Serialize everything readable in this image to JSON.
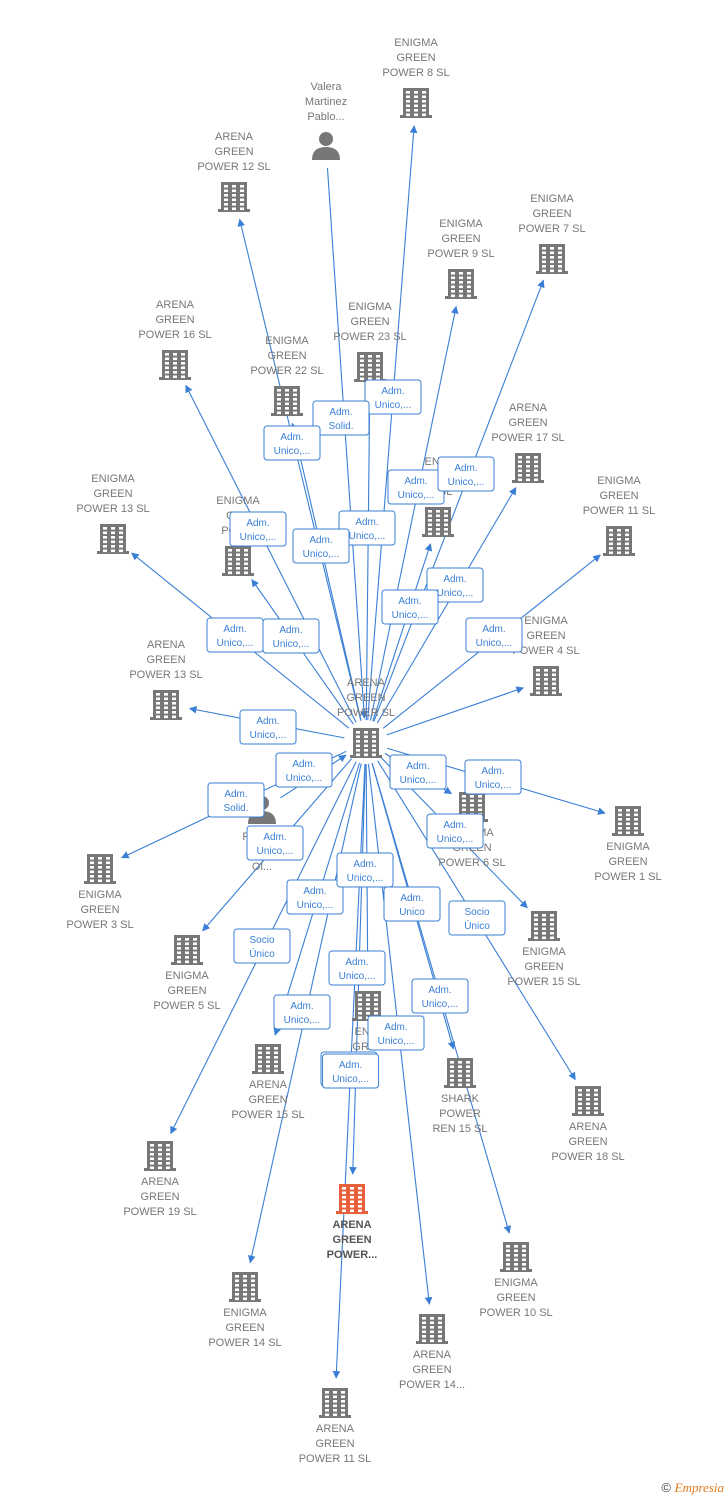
{
  "colors": {
    "edge": "#3a7fd5",
    "company": "#777777",
    "highlight": "#e8603a",
    "person": "#777777"
  },
  "nodes": [
    {
      "id": "center",
      "type": "company",
      "lines": [
        "ARENA",
        "GREEN",
        "POWER  SL"
      ],
      "label_pos": "above"
    },
    {
      "id": "valera",
      "type": "person",
      "lines": [
        "Valera",
        "Martinez",
        "Pablo..."
      ],
      "label_pos": "above"
    },
    {
      "id": "eg8",
      "type": "company",
      "lines": [
        "ENIGMA",
        "GREEN",
        "POWER 8  SL"
      ],
      "label_pos": "above"
    },
    {
      "id": "ag12",
      "type": "company",
      "lines": [
        "ARENA",
        "GREEN",
        "POWER 12  SL"
      ],
      "label_pos": "above"
    },
    {
      "id": "eg7",
      "type": "company",
      "lines": [
        "ENIGMA",
        "GREEN",
        "POWER 7  SL"
      ],
      "label_pos": "above"
    },
    {
      "id": "eg9",
      "type": "company",
      "lines": [
        "ENIGMA",
        "GREEN",
        "POWER 9  SL"
      ],
      "label_pos": "above"
    },
    {
      "id": "ag16",
      "type": "company",
      "lines": [
        "ARENA",
        "GREEN",
        "POWER 16  SL"
      ],
      "label_pos": "above"
    },
    {
      "id": "eg23",
      "type": "company",
      "lines": [
        "ENIGMA",
        "GREEN",
        "POWER 23  SL"
      ],
      "label_pos": "above"
    },
    {
      "id": "eg22",
      "type": "company",
      "lines": [
        "ENIGMA",
        "GREEN",
        "POWER 22  SL"
      ],
      "label_pos": "above"
    },
    {
      "id": "ag17",
      "type": "company",
      "lines": [
        "ARENA",
        "GREEN",
        "POWER 17  SL"
      ],
      "label_pos": "above"
    },
    {
      "id": "eg21",
      "type": "company",
      "lines": [
        "ENIG",
        "",
        "21  SL"
      ],
      "label_pos": "above"
    },
    {
      "id": "eg13",
      "type": "company",
      "lines": [
        "ENIGMA",
        "GREEN",
        "POWER 13  SL"
      ],
      "label_pos": "above"
    },
    {
      "id": "eg11",
      "type": "company",
      "lines": [
        "ENIGMA",
        "GREEN",
        "POWER 11  SL"
      ],
      "label_pos": "above"
    },
    {
      "id": "egX",
      "type": "company",
      "lines": [
        "ENIGMA",
        "GRE",
        "POWE"
      ],
      "label_pos": "above"
    },
    {
      "id": "ag13",
      "type": "company",
      "lines": [
        "ARENA",
        "GREEN",
        "POWER 13  SL"
      ],
      "label_pos": "above"
    },
    {
      "id": "eg4",
      "type": "company",
      "lines": [
        "ENIGMA",
        "GREEN",
        "POWER 4  SL"
      ],
      "label_pos": "above"
    },
    {
      "id": "eg1",
      "type": "company",
      "lines": [
        "ENIGMA",
        "GREEN",
        "POWER 1  SL"
      ],
      "label_pos": "below"
    },
    {
      "id": "person2",
      "type": "person",
      "lines": [
        "Pecelos",
        "Li",
        "Ol..."
      ],
      "label_pos": "below"
    },
    {
      "id": "eg6",
      "type": "company",
      "lines": [
        "ENIGMA",
        "GREEN",
        "POWER 6  SL"
      ],
      "label_pos": "below"
    },
    {
      "id": "eg3",
      "type": "company",
      "lines": [
        "ENIGMA",
        "GREEN",
        "POWER 3  SL"
      ],
      "label_pos": "below"
    },
    {
      "id": "eg15",
      "type": "company",
      "lines": [
        "ENIGMA",
        "GREEN",
        "POWER 15  SL"
      ],
      "label_pos": "below"
    },
    {
      "id": "eg5",
      "type": "company",
      "lines": [
        "ENIGMA",
        "GREEN",
        "POWER 5  SL"
      ],
      "label_pos": "below"
    },
    {
      "id": "eg12",
      "type": "company",
      "lines": [
        "ENIG",
        "GREE",
        "2  SL"
      ],
      "label_pos": "below"
    },
    {
      "id": "ag15",
      "type": "company",
      "lines": [
        "ARENA",
        "GREEN",
        "POWER 15  SL"
      ],
      "label_pos": "below"
    },
    {
      "id": "shark",
      "type": "company",
      "lines": [
        "SHARK",
        "POWER",
        "REN 15  SL"
      ],
      "label_pos": "below"
    },
    {
      "id": "ag18",
      "type": "company",
      "lines": [
        "ARENA",
        "GREEN",
        "POWER 18  SL"
      ],
      "label_pos": "below"
    },
    {
      "id": "ag19",
      "type": "company",
      "lines": [
        "ARENA",
        "GREEN",
        "POWER 19  SL"
      ],
      "label_pos": "below"
    },
    {
      "id": "main",
      "type": "company_highlight",
      "lines": [
        "ARENA",
        "GREEN",
        "POWER..."
      ],
      "label_pos": "below"
    },
    {
      "id": "eg10",
      "type": "company",
      "lines": [
        "ENIGMA",
        "GREEN",
        "POWER 10  SL"
      ],
      "label_pos": "below"
    },
    {
      "id": "eg14",
      "type": "company",
      "lines": [
        "ENIGMA",
        "GREEN",
        "POWER 14  SL"
      ],
      "label_pos": "below"
    },
    {
      "id": "ag14",
      "type": "company",
      "lines": [
        "ARENA",
        "GREEN",
        "POWER 14..."
      ],
      "label_pos": "below"
    },
    {
      "id": "ag11",
      "type": "company",
      "lines": [
        "ARENA",
        "GREEN",
        "POWER 11  SL"
      ],
      "label_pos": "below"
    }
  ],
  "edges": [
    {
      "from": "center",
      "to": "eg8",
      "label": [
        "Adm.",
        "Unico,..."
      ]
    },
    {
      "from": "valera",
      "to": "center",
      "label": [
        "Adm.",
        "Solid."
      ]
    },
    {
      "from": "center",
      "to": "ag12",
      "label": [
        "Adm.",
        "Unico,..."
      ]
    },
    {
      "from": "center",
      "to": "eg23",
      "label": [
        "Adm.",
        "Unico,..."
      ]
    },
    {
      "from": "center",
      "to": "eg9",
      "label": [
        "Adm.",
        "Unico,..."
      ]
    },
    {
      "from": "center",
      "to": "eg7",
      "label": [
        "Adm.",
        "Unico,..."
      ]
    },
    {
      "from": "center",
      "to": "ag17",
      "label": [
        "Adm.",
        "Unico,..."
      ]
    },
    {
      "from": "center",
      "to": "ag16",
      "label": [
        "Adm.",
        "Unico,..."
      ]
    },
    {
      "from": "center",
      "to": "eg22",
      "label": [
        "Adm.",
        "Unico,..."
      ]
    },
    {
      "from": "center",
      "to": "eg21",
      "label": [
        "Adm.",
        "Unico,..."
      ]
    },
    {
      "from": "center",
      "to": "egX",
      "label": [
        "Adm.",
        "Unico,..."
      ]
    },
    {
      "from": "center",
      "to": "eg13",
      "label": [
        "Adm.",
        "Unico,..."
      ]
    },
    {
      "from": "center",
      "to": "eg11",
      "label": [
        "Adm.",
        "Unico,..."
      ]
    },
    {
      "from": "center",
      "to": "eg4",
      "label": [
        "Adm.",
        "Unico,..."
      ]
    },
    {
      "from": "center",
      "to": "ag13",
      "label": [
        "Adm.",
        "Unico,..."
      ]
    },
    {
      "from": "person2",
      "to": "center",
      "label": [
        "Adm.",
        "Solid."
      ]
    },
    {
      "from": "center",
      "to": "eg1",
      "label": [
        "Adm.",
        "Unico,..."
      ]
    },
    {
      "from": "center",
      "to": "eg6",
      "label": [
        "Adm.",
        "Unico,..."
      ]
    },
    {
      "from": "center",
      "to": "eg3",
      "label": [
        "Adm.",
        "Unico,..."
      ]
    },
    {
      "from": "center",
      "to": "eg15",
      "label": [
        "Adm.",
        "Unico,..."
      ]
    },
    {
      "from": "center",
      "to": "eg5",
      "label": [
        "Adm.",
        "Unico,..."
      ]
    },
    {
      "from": "center",
      "to": "eg12",
      "label": [
        "Adm.",
        "Unico,..."
      ]
    },
    {
      "from": "center",
      "to": "ag19",
      "label": [
        "Socio",
        "Único"
      ]
    },
    {
      "from": "center",
      "to": "ag18",
      "label": [
        "Socio",
        "Único"
      ]
    },
    {
      "from": "center",
      "to": "shark",
      "label": [
        "Adm.",
        "Unico"
      ]
    },
    {
      "from": "center",
      "to": "ag15",
      "label": [
        "Adm.",
        "Unico,..."
      ]
    },
    {
      "from": "center",
      "to": "main",
      "label": [
        "Adm.",
        "Unico,..."
      ]
    },
    {
      "from": "center",
      "to": "eg10",
      "label": [
        "Adm.",
        "Unico,..."
      ]
    },
    {
      "from": "center",
      "to": "eg14",
      "label": [
        "Adm.",
        "Unico,..."
      ]
    },
    {
      "from": "center",
      "to": "ag14",
      "label": [
        "Adm.",
        "Unico,..."
      ]
    },
    {
      "from": "center",
      "to": "ag11",
      "label": [
        "Adm.",
        "Unico,..."
      ]
    }
  ],
  "footer": {
    "copyright": "©",
    "brand": "Empresia"
  }
}
